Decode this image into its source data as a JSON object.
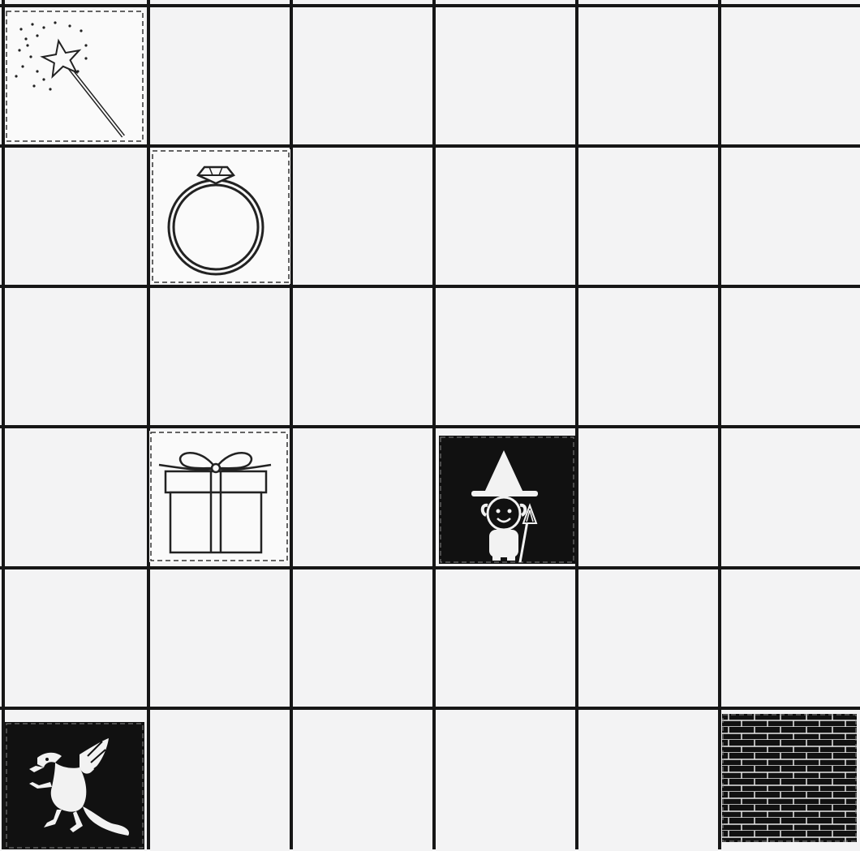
{
  "board": {
    "rows": 6,
    "cols": 6,
    "background": "#f3f3f4",
    "line_color": "#161616"
  },
  "pieces": [
    {
      "id": "wand",
      "icon": "magic-wand-icon",
      "row": 0,
      "col": 0,
      "style": "light"
    },
    {
      "id": "ring",
      "icon": "ring-icon",
      "row": 1,
      "col": 1,
      "style": "light"
    },
    {
      "id": "gift",
      "icon": "gift-box-icon",
      "row": 3,
      "col": 1,
      "style": "light"
    },
    {
      "id": "witch",
      "icon": "witch-icon",
      "row": 3,
      "col": 3,
      "style": "dark"
    },
    {
      "id": "dragon",
      "icon": "dragon-icon",
      "row": 5,
      "col": 0,
      "style": "dark"
    },
    {
      "id": "wall",
      "icon": "brick-wall-icon",
      "row": 5,
      "col": 5,
      "style": "dark"
    }
  ]
}
